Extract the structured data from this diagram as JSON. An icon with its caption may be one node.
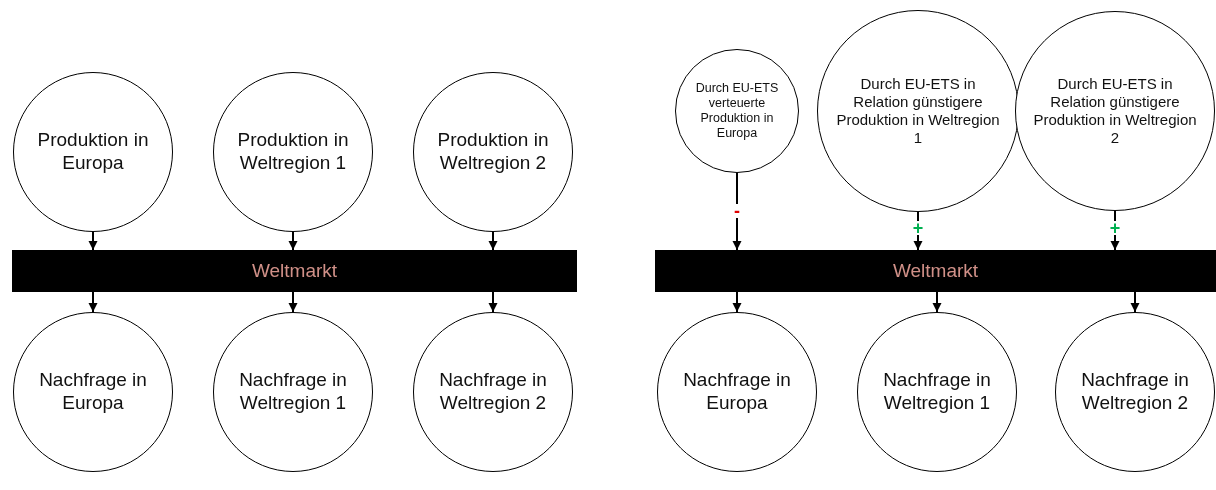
{
  "diagram": {
    "nodes": [
      {
        "text": [
          "Produktion in Europa"
        ]
      },
      {
        "text": [
          "Produktion in Weltregion 1"
        ]
      },
      {
        "text": [
          "Produktion in Weltregion 2"
        ]
      },
      {
        "text": [
          "Weltmarkt"
        ]
      },
      {
        "text": [
          "Nachfrage in Europa"
        ]
      },
      {
        "text": [
          "Nachfrage in Weltregion 1"
        ]
      },
      {
        "text": [
          "Nachfrage in Weltregion 2"
        ]
      },
      {
        "text": [
          "Durch EU-ETS verteuerte Produktion in Europa"
        ]
      },
      {
        "text": [
          "Durch EU-ETS in Relation günstigere Produktion in Weltregion 1"
        ]
      },
      {
        "text": [
          "Durch EU-ETS in Relation günstigere Produktion in Weltregion 2"
        ]
      },
      {
        "text": [
          "Weltmarkt"
        ]
      },
      {
        "text": [
          "Nachfrage in Europa"
        ]
      },
      {
        "text": [
          "Nachfrage in Weltregion 1"
        ]
      },
      {
        "text": [
          "Nachfrage in Weltregion 2"
        ]
      }
    ],
    "edges": [
      {
        "from": 0,
        "to": 3,
        "arrow": "to"
      },
      {
        "from": 1,
        "to": 3,
        "arrow": "to"
      },
      {
        "from": 2,
        "to": 3,
        "arrow": "to"
      },
      {
        "from": 3,
        "to": 4,
        "arrow": "to"
      },
      {
        "from": 3,
        "to": 5,
        "arrow": "to"
      },
      {
        "from": 3,
        "to": 6,
        "arrow": "to"
      },
      {
        "from": 7,
        "to": 10,
        "arrow": "to",
        "label": "-"
      },
      {
        "from": 8,
        "to": 10,
        "arrow": "to",
        "label": "+"
      },
      {
        "from": 9,
        "to": 10,
        "arrow": "to",
        "label": "+"
      },
      {
        "from": 10,
        "to": 11,
        "arrow": "to"
      },
      {
        "from": 10,
        "to": 12,
        "arrow": "to"
      },
      {
        "from": 10,
        "to": 13,
        "arrow": "to"
      }
    ]
  }
}
